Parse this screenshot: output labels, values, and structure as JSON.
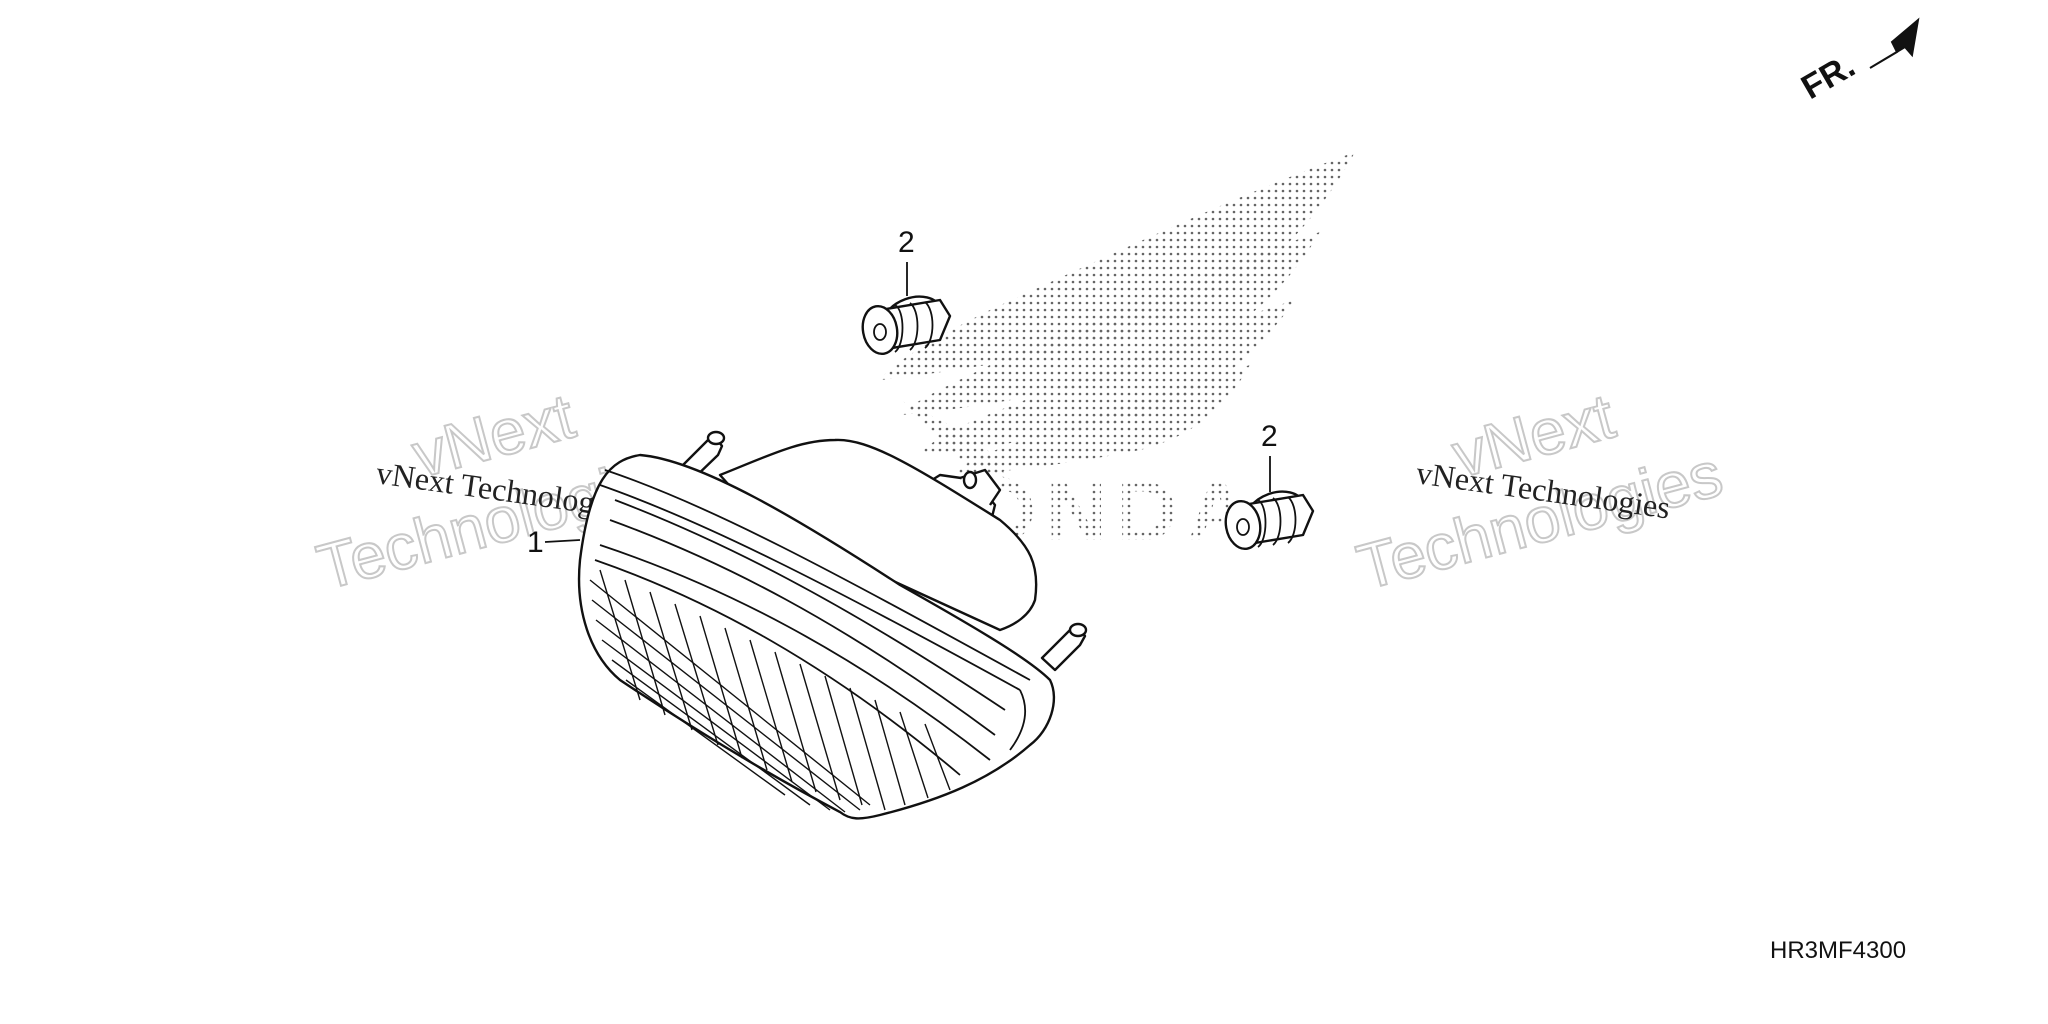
{
  "diagram": {
    "direction_label": "FR.",
    "diagram_code": "HR3MF4300",
    "callouts": [
      {
        "id": "1",
        "label": "1"
      },
      {
        "id": "2a",
        "label": "2"
      },
      {
        "id": "2b",
        "label": "2"
      }
    ],
    "watermarks": [
      {
        "line1": "vNext",
        "line2": "Technologies",
        "caption": "vNext Technologies"
      },
      {
        "line1": "vNext",
        "line2": "Technologies",
        "caption": "vNext Technologies"
      }
    ],
    "logo": {
      "name": "honda-wing-logo",
      "text": "HONDA"
    }
  }
}
